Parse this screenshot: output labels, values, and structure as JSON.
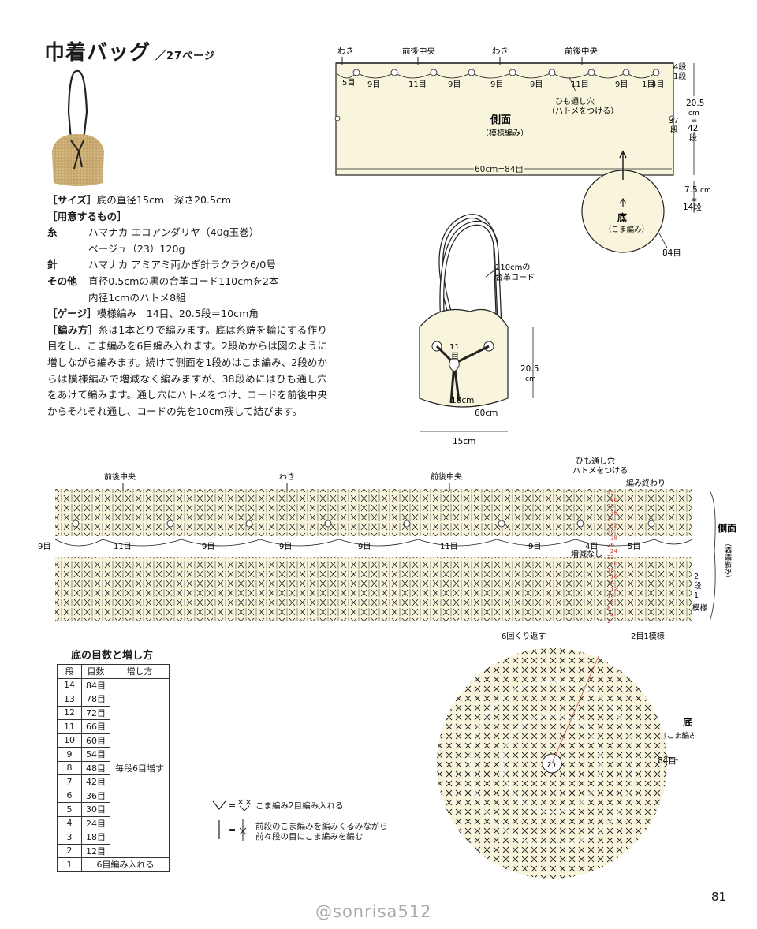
{
  "header": {
    "title": "巾着バッグ",
    "ref": "／27ページ"
  },
  "info": {
    "size_label": "［サイズ］",
    "size": "底の直径15cm　深さ20.5cm",
    "materials_label": "［用意するもの］",
    "yarn_label": "糸",
    "yarn_1": "ハマナカ エコアンダリヤ（40g玉巻）",
    "yarn_2": "ベージュ（23）120g",
    "needle_label": "針",
    "needle": "ハマナカ アミアミ両かぎ針ラクラク6/0号",
    "other_label": "その他",
    "other_1": "直径0.5cmの黒の合革コード110cmを2本",
    "other_2": "内径1cmのハトメ8組",
    "gauge_label": "［ゲージ］",
    "gauge": "模様編み　14目、20.5段＝10cm角",
    "method_label": "［編み方］",
    "method": "糸は1本どりで編みます。底は糸端を輪にする作り目をし、こま編みを6目編み入れます。2段めからは図のように増しながら編みます。続けて側面を1段めはこま編み、2段めからは模様編みで増減なく編みますが、38段めにはひも通し穴をあけて編みます。通し穴にハトメをつけ、コードを前後中央からそれぞれ通し、コードの先を10cm残して結びます。"
  },
  "side_diagram": {
    "waki": "わき",
    "center": "前後中央",
    "counts": [
      "5目",
      "9目",
      "11目",
      "9目",
      "9目",
      "9目",
      "11目",
      "9目",
      "1目",
      "4目"
    ],
    "body_label": "側面",
    "body_sub": "（模様編み）",
    "hole_1": "ひも通し穴",
    "hole_2": "（ハトメをつける）",
    "width": "60cm=84目",
    "r4": "4段",
    "r1": "1段",
    "h_cm": "20.5",
    "h_unit": "cm",
    "h_eq": "=",
    "h_rows_num": "42",
    "h_rows_unit": "段",
    "r37": "37",
    "r37u": "段",
    "b_cm": "7.5",
    "b_unit": "cm",
    "b_eq": "=",
    "b_rows": "14段",
    "bottom_label": "底",
    "bottom_sub": "（こま編み）",
    "bottom_count": "84目"
  },
  "bag": {
    "cord": "110cmの",
    "cord2": "合革コード",
    "h": "20.5",
    "hu": "cm",
    "d11": "11",
    "d11u": "目",
    "d10": "10cm",
    "d60": "60cm",
    "d15": "15cm"
  },
  "chart": {
    "center": "前後中央",
    "waki": "わき",
    "hole_1": "ひも通し穴",
    "hole_2": "ハトメをつける",
    "end": "編み終わり",
    "c9a": "9目",
    "c11a": "11目",
    "c9b": "9目",
    "c9c": "9目",
    "c9d": "9目",
    "c11b": "11目",
    "c9e": "9目",
    "c4": "4目",
    "c5": "5目",
    "no_change": "増減なし",
    "side_1": "側面",
    "side_2": "（模様編み）",
    "rep_1": "2",
    "rep_2": "段",
    "rep_3": "1",
    "rep_4": "模様",
    "six": "6回くり返す",
    "two": "2目1模様",
    "bottom": "底",
    "bottom_sub": "（こま編み）",
    "bottom_count": "84目",
    "row_marks": [
      "42",
      "40",
      "38",
      "36",
      "34",
      "32",
      "30",
      "28",
      "26",
      "24",
      "22",
      "20",
      "18",
      "16",
      "14",
      "12",
      "10",
      "8",
      "6",
      "4",
      "2"
    ],
    "wa": "わ"
  },
  "table": {
    "title": "底の目数と増し方",
    "headers": [
      "段",
      "目数",
      "増し方"
    ],
    "rows": [
      [
        "14",
        "84目"
      ],
      [
        "13",
        "78目"
      ],
      [
        "12",
        "72目"
      ],
      [
        "11",
        "66目"
      ],
      [
        "10",
        "60目"
      ],
      [
        "9",
        "54目"
      ],
      [
        "8",
        "48目"
      ],
      [
        "7",
        "42目"
      ],
      [
        "6",
        "36目"
      ],
      [
        "5",
        "30目"
      ],
      [
        "4",
        "24目"
      ],
      [
        "3",
        "18目"
      ],
      [
        "2",
        "12目"
      ]
    ],
    "merged": "毎段6目増す",
    "last_row": [
      "1",
      "6目編み入れる"
    ]
  },
  "legend": {
    "l1": "こま編み2目編み入れる",
    "l2a": "前段のこま編みを編みくるみながら",
    "l2b": "前々段の目にこま編みを編む"
  },
  "page": {
    "number": "81",
    "watermark": "@sonrisa512"
  },
  "colors": {
    "fill": "#f8f5dc",
    "ink": "#1a1a1a",
    "accent": "#c0392b"
  }
}
